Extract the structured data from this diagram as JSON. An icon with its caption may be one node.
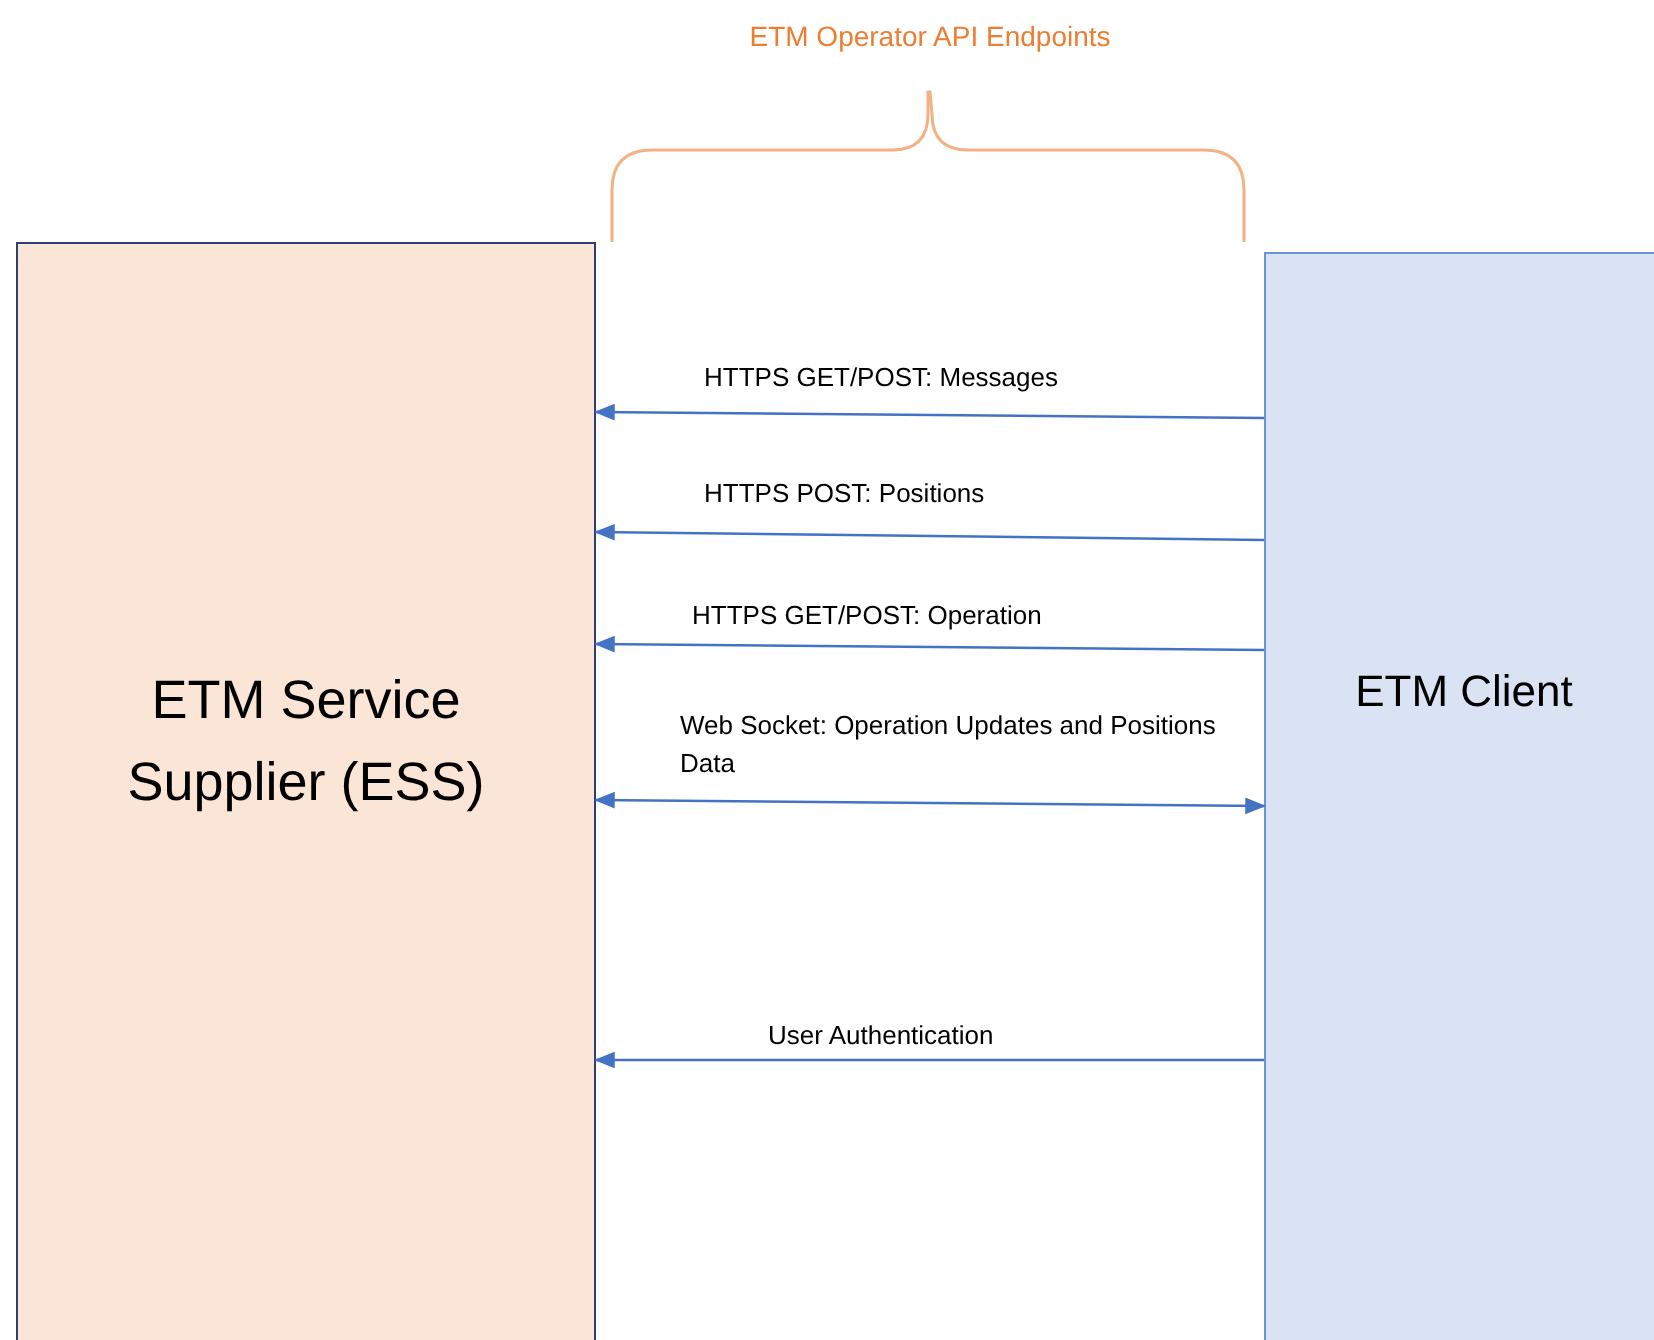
{
  "diagram": {
    "title": "ETM Operator API Endpoints",
    "nodes": [
      {
        "text": [
          "ETM Service Supplier (ESS)"
        ]
      },
      {
        "text": [
          "ETM Client"
        ]
      }
    ],
    "edges": [
      {
        "from": 1,
        "to": 0,
        "arrow": "to",
        "label": "HTTPS GET/POST: Messages"
      },
      {
        "from": 1,
        "to": 0,
        "arrow": "to",
        "label": "HTTPS POST: Positions"
      },
      {
        "from": 1,
        "to": 0,
        "arrow": "to",
        "label": "HTTPS GET/POST: Operation"
      },
      {
        "from": 1,
        "to": 0,
        "arrow": "both",
        "label": "Web Socket: Operation Updates and Positions Data"
      },
      {
        "from": 1,
        "to": 0,
        "arrow": "to",
        "label": "User Authentication"
      }
    ]
  }
}
